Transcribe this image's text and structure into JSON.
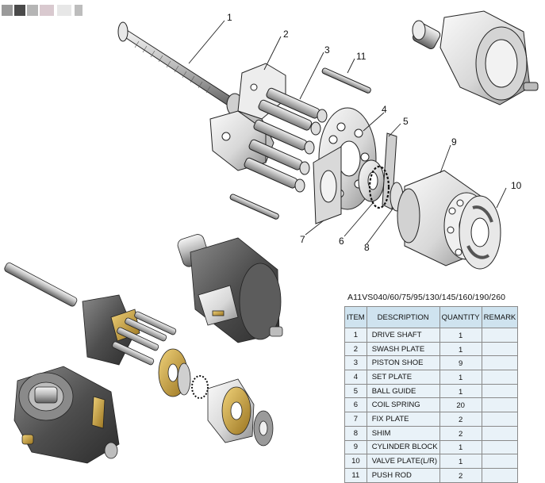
{
  "callouts": [
    "1",
    "2",
    "3",
    "11",
    "4",
    "5",
    "9",
    "10",
    "7",
    "6",
    "8"
  ],
  "table": {
    "title": "A11VS040/60/75/95/130/145/160/190/260",
    "headers": [
      "ITEM",
      "DESCRIPTION",
      "QUANTITY",
      "REMARK"
    ],
    "rows": [
      {
        "item": "1",
        "description": "DRIVE SHAFT",
        "quantity": "1",
        "remark": ""
      },
      {
        "item": "2",
        "description": "SWASH PLATE",
        "quantity": "1",
        "remark": ""
      },
      {
        "item": "3",
        "description": "PISTON SHOE",
        "quantity": "9",
        "remark": ""
      },
      {
        "item": "4",
        "description": "SET PLATE",
        "quantity": "1",
        "remark": ""
      },
      {
        "item": "5",
        "description": "BALL GUIDE",
        "quantity": "1",
        "remark": ""
      },
      {
        "item": "6",
        "description": "COIL SPRING",
        "quantity": "20",
        "remark": ""
      },
      {
        "item": "7",
        "description": "FIX PLATE",
        "quantity": "2",
        "remark": ""
      },
      {
        "item": "8",
        "description": "SHIM",
        "quantity": "2",
        "remark": ""
      },
      {
        "item": "9",
        "description": "CYLINDER BLOCK",
        "quantity": "1",
        "remark": ""
      },
      {
        "item": "10",
        "description": "VALVE PLATE(L/R)",
        "quantity": "1",
        "remark": ""
      },
      {
        "item": "11",
        "description": "PUSH ROD",
        "quantity": "2",
        "remark": ""
      }
    ]
  },
  "colors": {
    "metal_light": "#e4e4e4",
    "metal_dark": "#6e6e6e",
    "brass": "#c9a240",
    "table_header": "#cfe3ef",
    "table_cell": "#e9f2f8",
    "line": "#222222"
  }
}
